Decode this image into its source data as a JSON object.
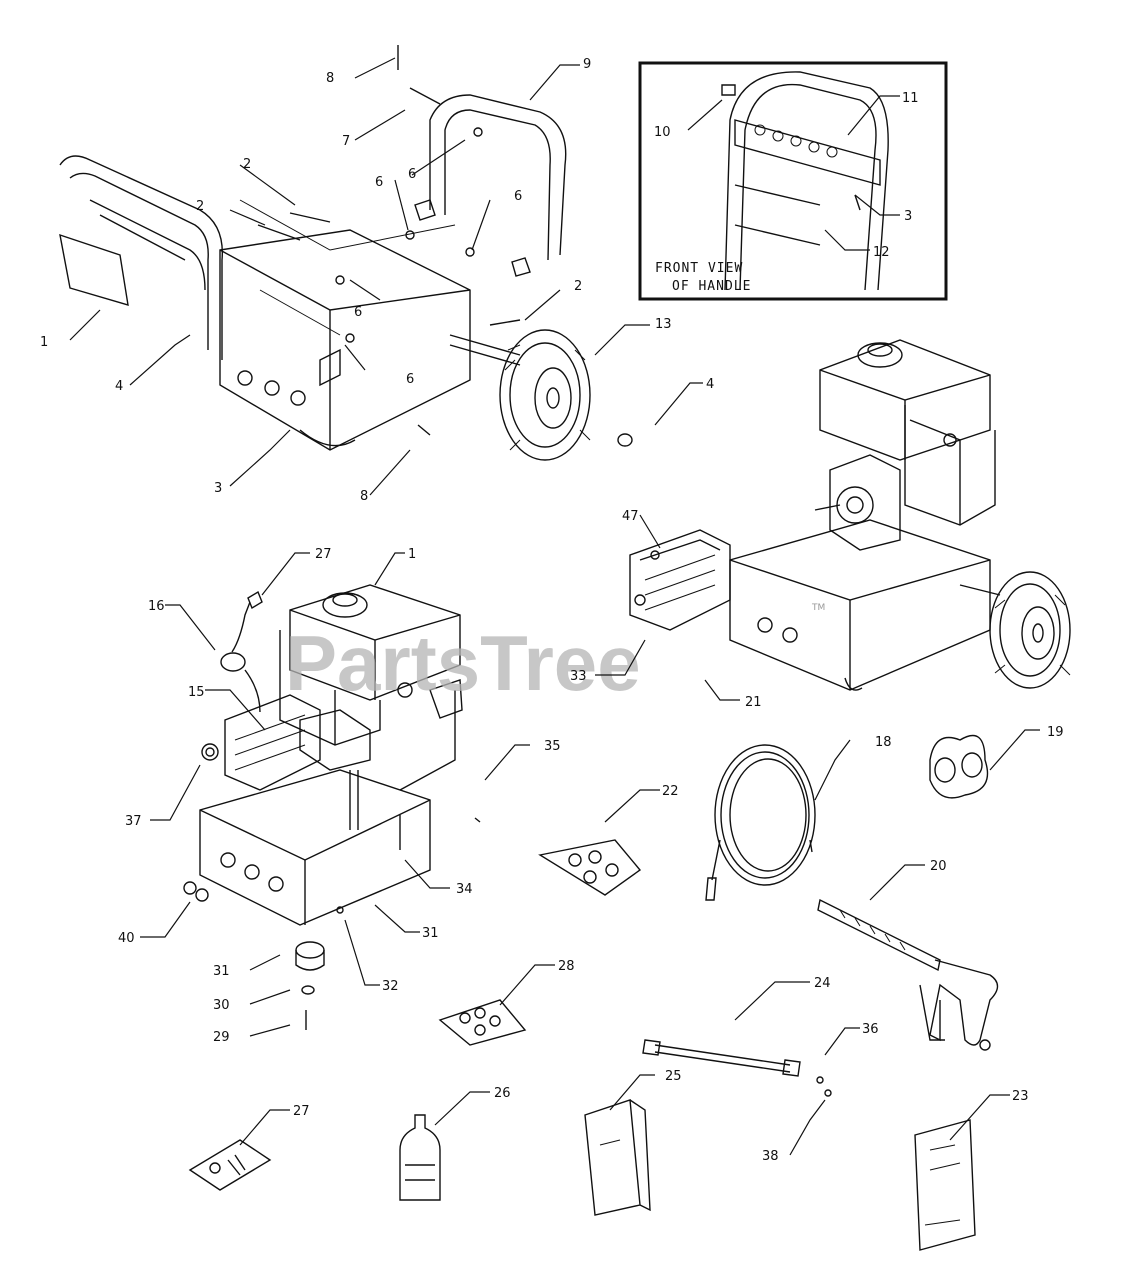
{
  "watermark": "PartsTree",
  "trademark": "TM",
  "inset": {
    "caption_line1": "FRONT VIEW",
    "caption_line2": "OF HANDLE"
  },
  "callouts": {
    "c_frame_8_top": "8",
    "c_frame_9": "9",
    "c_frame_7": "7",
    "c_frame_6a": "6",
    "c_frame_6b": "6",
    "c_frame_6c": "6",
    "c_frame_6d": "6",
    "c_frame_2a": "2",
    "c_frame_2b": "2",
    "c_frame_2c": "2",
    "c_frame_1": "1",
    "c_frame_4": "4",
    "c_frame_3": "3",
    "c_frame_8_bottom": "8",
    "c_frame_6e": "6",
    "c_wheel_13": "13",
    "c_wheel_4": "4",
    "c_inset_10": "10",
    "c_inset_11": "11",
    "c_inset_3": "3",
    "c_inset_12": "12",
    "c_pump_47": "47",
    "c_pump_33": "33",
    "c_pump_21": "21",
    "c_eng_27": "27",
    "c_eng_1": "1",
    "c_eng_16": "16",
    "c_eng_15": "15",
    "c_eng_35": "35",
    "c_eng_37": "37",
    "c_eng_34": "34",
    "c_eng_31": "31",
    "c_eng_40": "40",
    "c_eng_32": "32",
    "c_foot_31": "31",
    "c_foot_30": "30",
    "c_foot_29": "29",
    "c_kit_22": "22",
    "c_hose_18": "18",
    "c_holder_19": "19",
    "c_gun_20": "20",
    "c_kit_28": "28",
    "c_wand_24": "24",
    "c_wand_36": "36",
    "c_wand_38": "38",
    "c_tool_27": "27",
    "c_oil_26": "26",
    "c_manual_25": "25",
    "c_manual_23": "23"
  }
}
